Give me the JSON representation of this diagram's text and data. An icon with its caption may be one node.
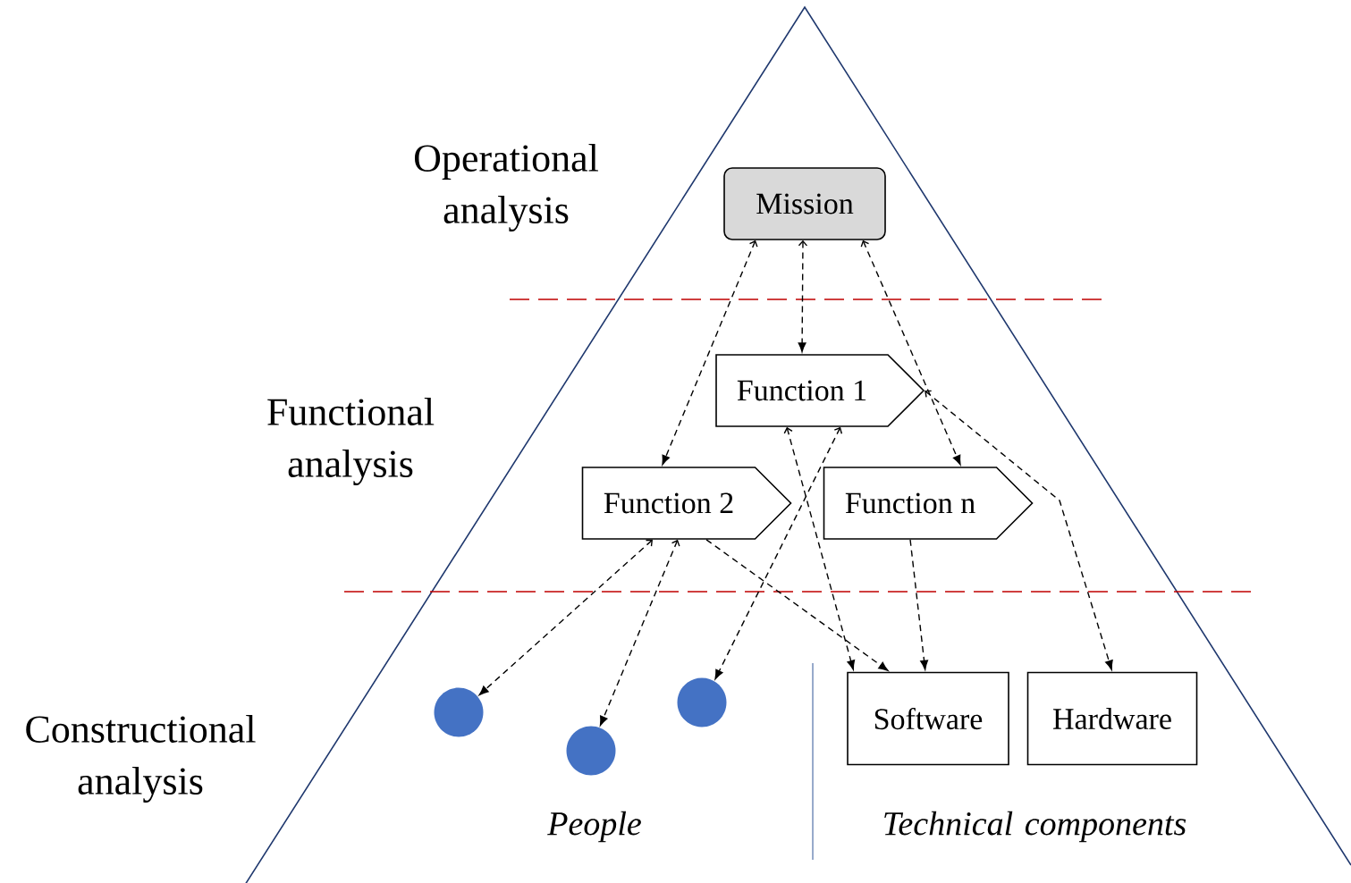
{
  "diagram": {
    "nodes": [
      {
        "text": [
          "Mission"
        ]
      },
      {
        "text": [
          "Function 1"
        ]
      },
      {
        "text": [
          "Function 2"
        ]
      },
      {
        "text": [
          "Function n"
        ]
      },
      {
        "text": [],
        "shape": "circle"
      },
      {
        "text": [],
        "shape": "circle"
      },
      {
        "text": [],
        "shape": "circle"
      },
      {
        "text": [
          "Software"
        ]
      },
      {
        "text": [
          "Hardware"
        ]
      }
    ],
    "edges": [
      {
        "from": 0,
        "to": 1,
        "arrow": "both",
        "style": "dashed"
      },
      {
        "from": 0,
        "to": 2,
        "arrow": "both",
        "style": "dashed"
      },
      {
        "from": 0,
        "to": 3,
        "arrow": "both",
        "style": "dashed"
      },
      {
        "from": 1,
        "to": 6,
        "arrow": "both",
        "style": "dashed"
      },
      {
        "from": 1,
        "to": 7,
        "arrow": "both",
        "style": "dashed"
      },
      {
        "from": 1,
        "to": 8,
        "arrow": "both",
        "style": "dashed"
      },
      {
        "from": 2,
        "to": 4,
        "arrow": "both",
        "style": "dashed"
      },
      {
        "from": 2,
        "to": 5,
        "arrow": "both",
        "style": "dashed"
      },
      {
        "from": 2,
        "to": 7,
        "arrow": "to",
        "style": "dashed"
      },
      {
        "from": 3,
        "to": 7,
        "arrow": "to",
        "style": "dashed"
      }
    ],
    "labels": [
      "Operational analysis",
      "Functional analysis",
      "Constructional analysis",
      "People",
      "Technical components"
    ]
  }
}
